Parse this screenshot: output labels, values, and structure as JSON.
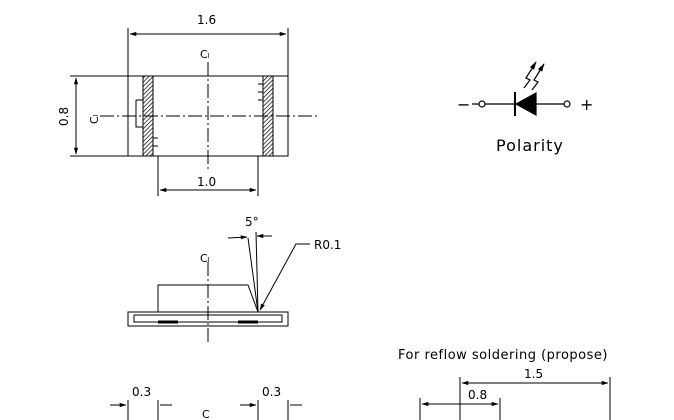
{
  "top_view": {
    "length_label": "1.6",
    "width_label": "0.8",
    "electrode_span_label": "1.0",
    "centerline_symbol": "Cₗ"
  },
  "side_view": {
    "angle_label": "5°",
    "radius_label": "R0.1",
    "centerline_symbol": "Cₗ"
  },
  "bottom_view": {
    "pad_left_label": "0.3",
    "pad_right_label": "0.3",
    "centerline_symbol": "C"
  },
  "polarity": {
    "title": "Polarity",
    "minus_sign": "−",
    "plus_sign": "+"
  },
  "reflow": {
    "title": "For reflow soldering (propose)",
    "overall_label": "1.5",
    "pad_label": "0.8"
  },
  "colors": {
    "ink": "#000000",
    "paper": "#ffffff"
  }
}
